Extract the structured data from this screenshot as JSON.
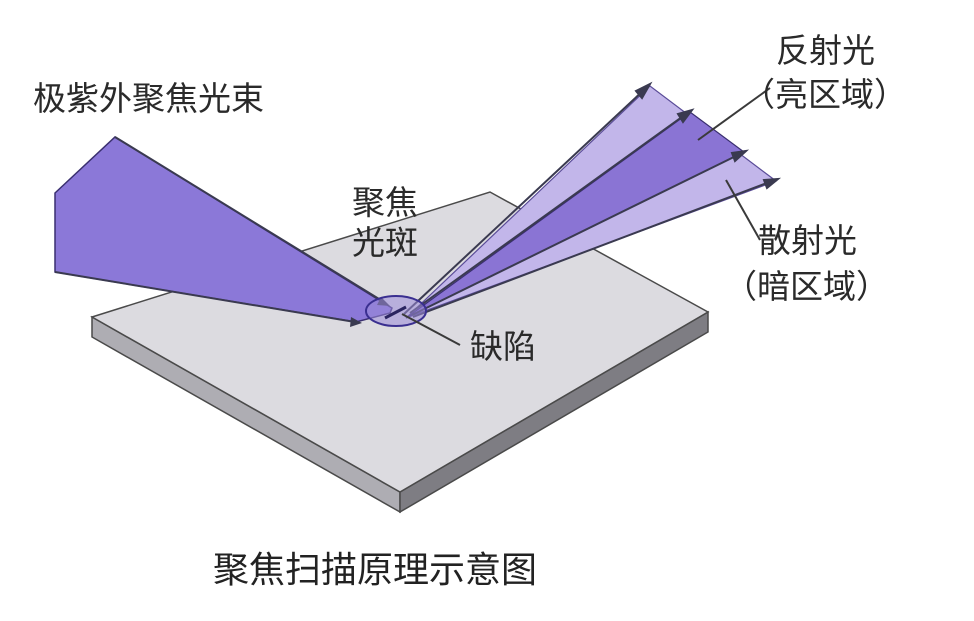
{
  "labels": {
    "incident_beam": "极紫外聚焦光束",
    "focus_spot_line1": "聚焦",
    "focus_spot_line2": "光斑",
    "reflected_line1": "反射光",
    "reflected_line2": "（亮区域）",
    "scattered_line1": "散射光",
    "scattered_line2": "（暗区域）",
    "defect": "缺陷"
  },
  "caption": "聚焦扫描原理示意图",
  "colors": {
    "beam": "#8b78d8",
    "reflected_beam": "#8a74d4",
    "scattered_beam": "#c2b6ea",
    "plate_top": "#dcdbe0",
    "plate_side_left": "#aeadb3",
    "plate_side_right": "#7e7d83",
    "outline": "#4a4a4a",
    "arrow": "#3a3a50"
  }
}
